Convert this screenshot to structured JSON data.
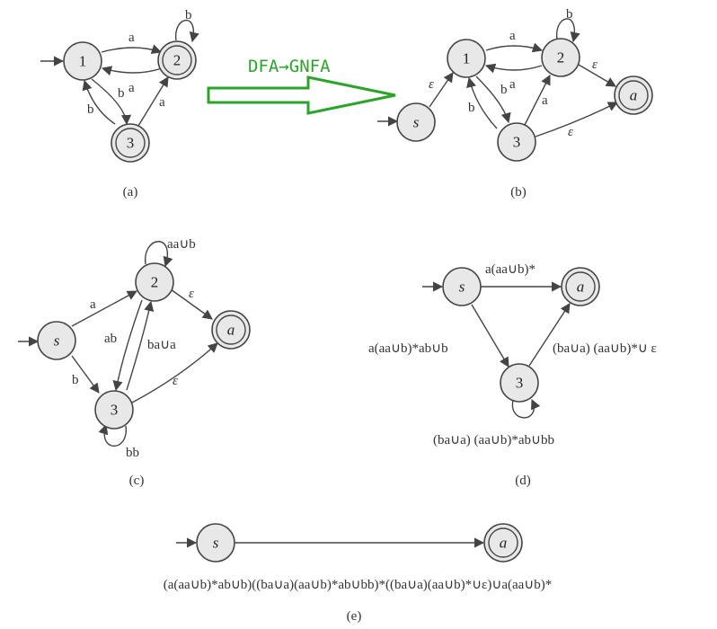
{
  "title": "DFA→GNFA",
  "colors": {
    "accent": "#2aa52a",
    "node_fill": "#e8e8e8",
    "stroke": "#444444"
  },
  "panels": {
    "a": {
      "caption": "(a)",
      "states": [
        "1",
        "2",
        "3"
      ],
      "edges": {
        "e12": "a",
        "e21": "a",
        "loop2": "b",
        "e13": "b",
        "e31": "b",
        "e32": "a"
      }
    },
    "b": {
      "caption": "(b)",
      "states": [
        "s",
        "1",
        "2",
        "3",
        "a"
      ],
      "edges": {
        "es1": "ε",
        "e12": "a",
        "e21": "a",
        "loop2": "b",
        "e13": "b",
        "e31": "b",
        "e32": "a",
        "e2a": "ε",
        "e3a": "ε"
      }
    },
    "c": {
      "caption": "(c)",
      "states": [
        "s",
        "2",
        "3",
        "a"
      ],
      "edges": {
        "es2": "a",
        "es3": "b",
        "loop2": "aa∪b",
        "e23": "ab",
        "e32": "ba∪a",
        "e2a": "ε",
        "e3a": "ε",
        "loop3": "bb"
      }
    },
    "d": {
      "caption": "(d)",
      "states": [
        "s",
        "a",
        "3"
      ],
      "edges": {
        "esa": "a(aa∪b)*",
        "es3": "a(aa∪b)*ab∪b",
        "e3a": "(ba∪a) (aa∪b)*∪ ε",
        "loop3": "(ba∪a) (aa∪b)*ab∪bb"
      }
    },
    "e": {
      "caption": "(e)",
      "states": [
        "s",
        "a"
      ],
      "edges": {
        "esa": "(a(aa∪b)*ab∪b)((ba∪a)(aa∪b)*ab∪bb)*((ba∪a)(aa∪b)*∪ε)∪a(aa∪b)*"
      }
    }
  }
}
